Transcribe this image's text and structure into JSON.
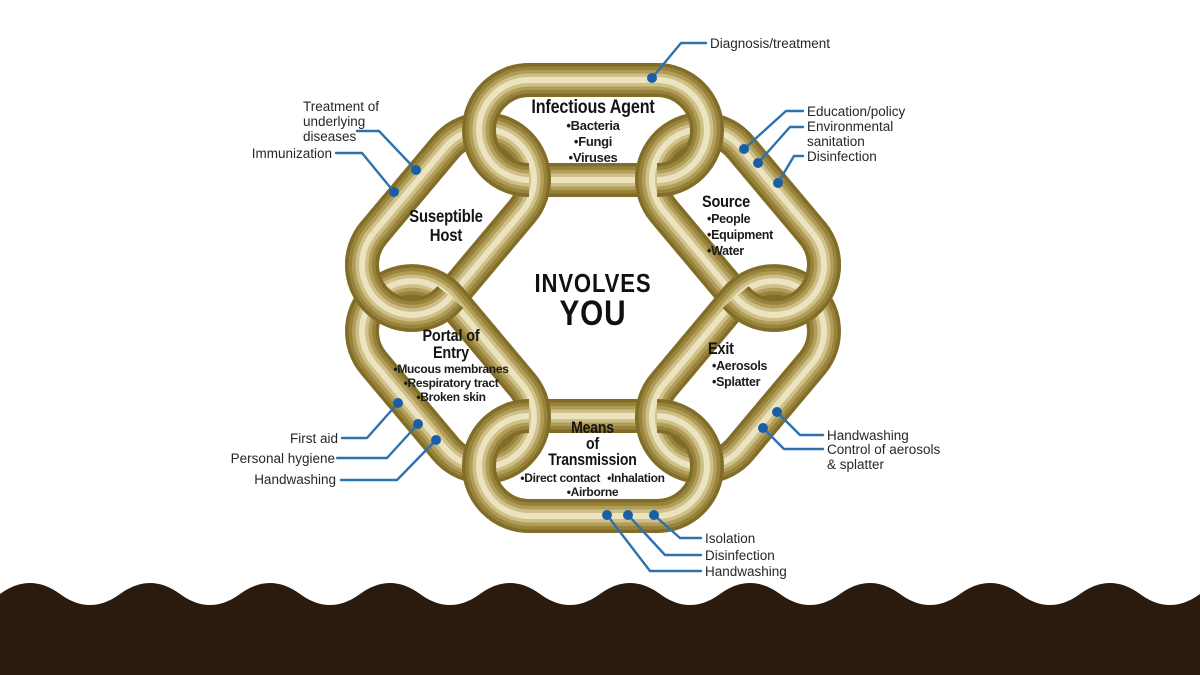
{
  "colors": {
    "background": "#ffffff",
    "chain_edge": "#826d28",
    "chain_core": "#ece4c0",
    "leader_blue": "#2e72ad",
    "dot_blue": "#1a5fa5",
    "wave_brown": "#2b1a0e",
    "text_dark": "#1a1a1a"
  },
  "center_text": {
    "line1": "INVOLVES",
    "line2": "YOU"
  },
  "chain_links": [
    {
      "name": "infectious-agent",
      "title_lines": [
        "Infectious Agent"
      ],
      "items": [
        "Bacteria",
        "Fungi",
        "Viruses"
      ]
    },
    {
      "name": "source",
      "title_lines": [
        "Source"
      ],
      "items": [
        "People",
        "Equipment",
        "Water"
      ]
    },
    {
      "name": "exit",
      "title_lines": [
        "Exit"
      ],
      "items": [
        "Aerosols",
        "Splatter"
      ]
    },
    {
      "name": "means-of-transmission",
      "title_lines": [
        "Means",
        "of",
        "Transmission"
      ],
      "items": [
        "Direct contact",
        "Inhalation",
        "Airborne"
      ]
    },
    {
      "name": "portal-of-entry",
      "title_lines": [
        "Portal of",
        "Entry"
      ],
      "items": [
        "Mucous membranes",
        "Respiratory tract",
        "Broken skin"
      ]
    },
    {
      "name": "susceptible-host",
      "title_lines": [
        "Suseptible",
        "Host"
      ],
      "items": []
    }
  ],
  "annotations": {
    "diagnosis": "Diagnosis/treatment",
    "education": "Education/policy",
    "environmental": [
      "Environmental",
      "sanitation"
    ],
    "disinfection_right": "Disinfection",
    "handwashing_right": "Handwashing",
    "control": [
      "Control of aerosols",
      "& splatter"
    ],
    "isolation": "Isolation",
    "disinfection_bottom": "Disinfection",
    "handwashing_bottom": "Handwashing",
    "treatment": [
      "Treatment of",
      "underlying",
      "diseases"
    ],
    "immunization": "Immunization",
    "first_aid": "First aid",
    "personal_hygiene": "Personal hygiene",
    "handwashing_left": "Handwashing"
  }
}
